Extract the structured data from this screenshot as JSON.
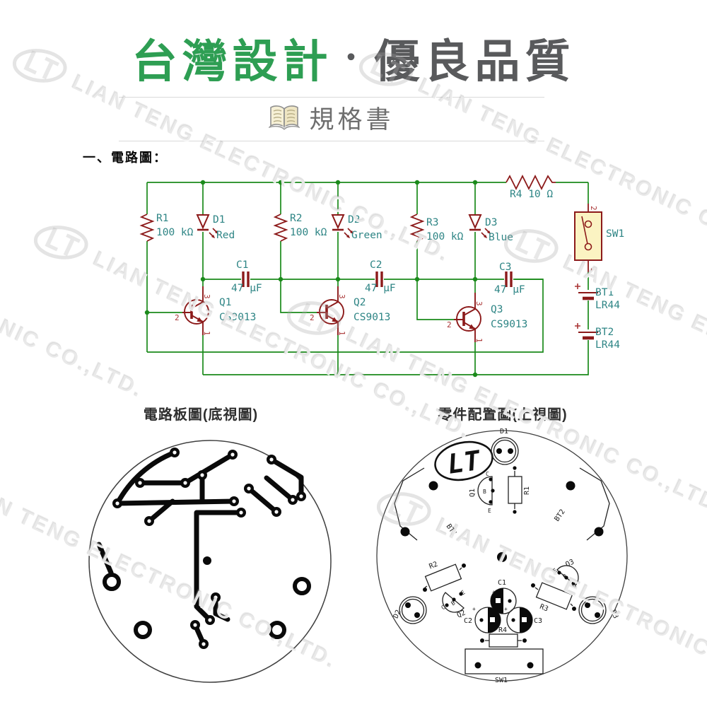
{
  "header": {
    "title_green": "台灣設計",
    "title_dot": "・",
    "title_gray": "優良品質",
    "spec_title": "規格書",
    "colors": {
      "green": "#2E9E53",
      "gray": "#595A5C",
      "spec_text": "#6E6E6E",
      "divider": "#D9D9D9"
    }
  },
  "watermark": {
    "text": "LIAN TENG ELECTRONIC CO.,LTD.",
    "logo_text": "LT"
  },
  "section": {
    "heading": "一、電路圖："
  },
  "schematic": {
    "colors": {
      "wire": "#1B8A1B",
      "component": "#8C1A1A",
      "label": "#2E8585",
      "pin_number": "#A93434",
      "switch_fill": "#FBF3C2"
    },
    "resistors": [
      {
        "ref": "R1",
        "value": "100 kΩ"
      },
      {
        "ref": "R2",
        "value": "100 kΩ"
      },
      {
        "ref": "R3",
        "value": "100 kΩ"
      }
    ],
    "r4": {
      "label": "R4 10 Ω"
    },
    "leds": [
      {
        "ref": "D1",
        "color": "Red"
      },
      {
        "ref": "D2",
        "color": "Green"
      },
      {
        "ref": "D3",
        "color": "Blue"
      }
    ],
    "capacitors": [
      {
        "ref": "C1",
        "value": "47 µF"
      },
      {
        "ref": "C2",
        "value": "47 µF"
      },
      {
        "ref": "C3",
        "value": "47 µF"
      }
    ],
    "transistors": [
      {
        "ref": "Q1",
        "part": "CS9013"
      },
      {
        "ref": "Q2",
        "part": "CS9013"
      },
      {
        "ref": "Q3",
        "part": "CS9013"
      }
    ],
    "switch": {
      "ref": "SW1",
      "pin_top": "2",
      "pin_bottom": "1"
    },
    "batteries": [
      {
        "ref": "BT1",
        "value": "LR44"
      },
      {
        "ref": "BT2",
        "value": "LR44"
      }
    ],
    "pins": {
      "collector": "3",
      "base": "2",
      "emitter": "1"
    }
  },
  "boards": {
    "bottom_view": {
      "title": "電路板圖(底視圖)"
    },
    "top_view": {
      "title": "零件配置圖(上視圖)",
      "labels": {
        "d1": "D1",
        "d2": "D2",
        "d3": "D3",
        "q1": "Q1",
        "q2": "Q2",
        "q3": "Q3",
        "r1": "R1",
        "r2": "R2",
        "r3": "R3",
        "r4": "R4",
        "c1": "C1",
        "c2": "C2",
        "c3": "C3",
        "bt1": "BT1",
        "bt2": "BT2",
        "sw1": "SW1",
        "logo": "LT",
        "plus": "+"
      },
      "pins": {
        "c": "C",
        "b": "B",
        "e": "E"
      }
    }
  }
}
